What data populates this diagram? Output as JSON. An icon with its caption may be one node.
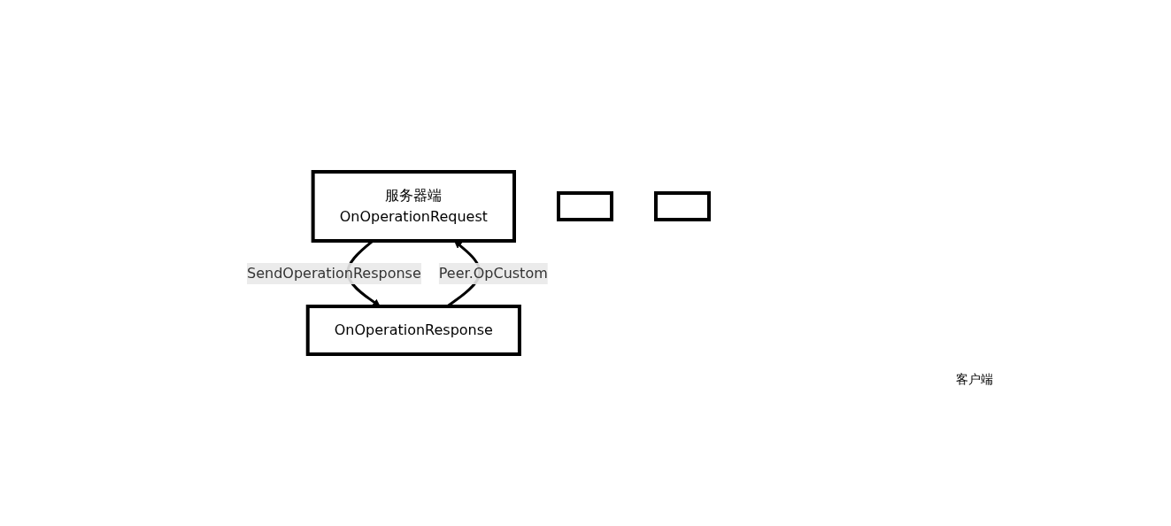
{
  "diagram": {
    "nodes": [
      {
        "text": [
          "服务器端",
          "OnOperationRequest"
        ]
      },
      {
        "text": [
          "OnOperationResponse"
        ]
      },
      {
        "text": [],
        "shape": "box"
      },
      {
        "text": [],
        "shape": "box"
      }
    ],
    "edges": [
      {
        "from": 1,
        "to": 0,
        "arrow": "to",
        "label": "Peer.OpCustom"
      },
      {
        "from": 0,
        "to": 1,
        "arrow": "to",
        "label": "SendOperationResponse"
      }
    ],
    "labels": [
      "客户端"
    ]
  }
}
